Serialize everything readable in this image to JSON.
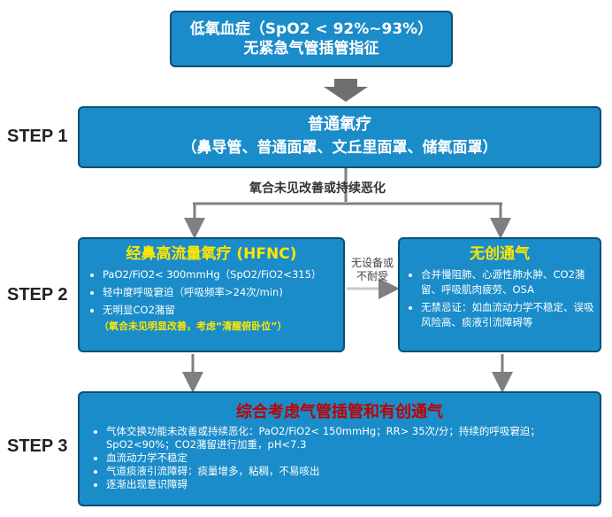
{
  "top": {
    "line1": "低氧血症（SpO2 < 92%~93%）",
    "line2": "无紧急气管插管指征"
  },
  "steps": {
    "s1": "STEP 1",
    "s2": "STEP 2",
    "s3": "STEP 3"
  },
  "step1": {
    "title": "普通氧疗",
    "subtitle": "（鼻导管、普通面罩、文丘里面罩、储氧面罩）"
  },
  "condition": "氧合未见改善或持续恶化",
  "hfnc": {
    "title": "经鼻高流量氧疗 (HFNC)",
    "items": [
      "PaO2/FiO2< 300mmHg（SpO2/FiO2<315）",
      "轻中度呼吸窘迫（呼吸频率>24次/min)",
      "无明显CO2潴留"
    ],
    "note": "（氧合未见明显改善，考虑“清醒俯卧位”）"
  },
  "middle_note": {
    "line1": "无设备或",
    "line2": "不耐受"
  },
  "niv": {
    "title": "无创通气",
    "items": [
      "合并慢阻肺、心源性肺水肿、CO2潴留、呼吸肌肉疲劳、OSA",
      "无禁忌证：如血流动力学不稳定、误吸风险高、痰液引流障碍等"
    ]
  },
  "step3": {
    "title": "综合考虑气管插管和有创通气",
    "items": [
      "气体交换功能未改善或持续恶化：PaO2/FiO2< 150mmHg；RR> 35次/分；持续的呼吸窘迫；SpO2<90%；CO2潴留进行加重，pH<7.3",
      "血流动力学不稳定",
      "气道痰液引流障碍：痰量增多，粘稠，不易咳出",
      "逐渐出现意识障碍"
    ]
  },
  "colors": {
    "box_fill": "#1a8cc9",
    "box_border": "#0a4f77",
    "highlight": "#ffe600",
    "step3_title": "#c00000",
    "connector": "#7f7f7f"
  }
}
